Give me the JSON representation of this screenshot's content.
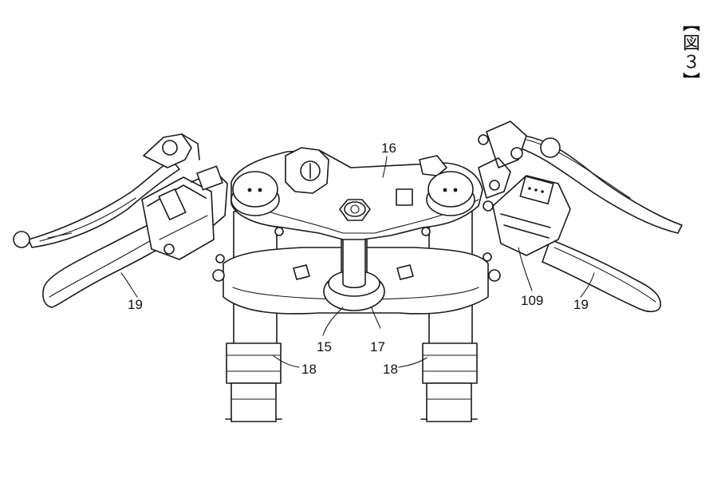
{
  "figure_title": "【図３】",
  "labels": {
    "upper_bracket": "16",
    "lower_bracket": "17",
    "steering_stem": "15",
    "fork_left": "18",
    "fork_right": "18",
    "handle_left": "19",
    "handle_right": "19",
    "switch_unit": "109"
  }
}
